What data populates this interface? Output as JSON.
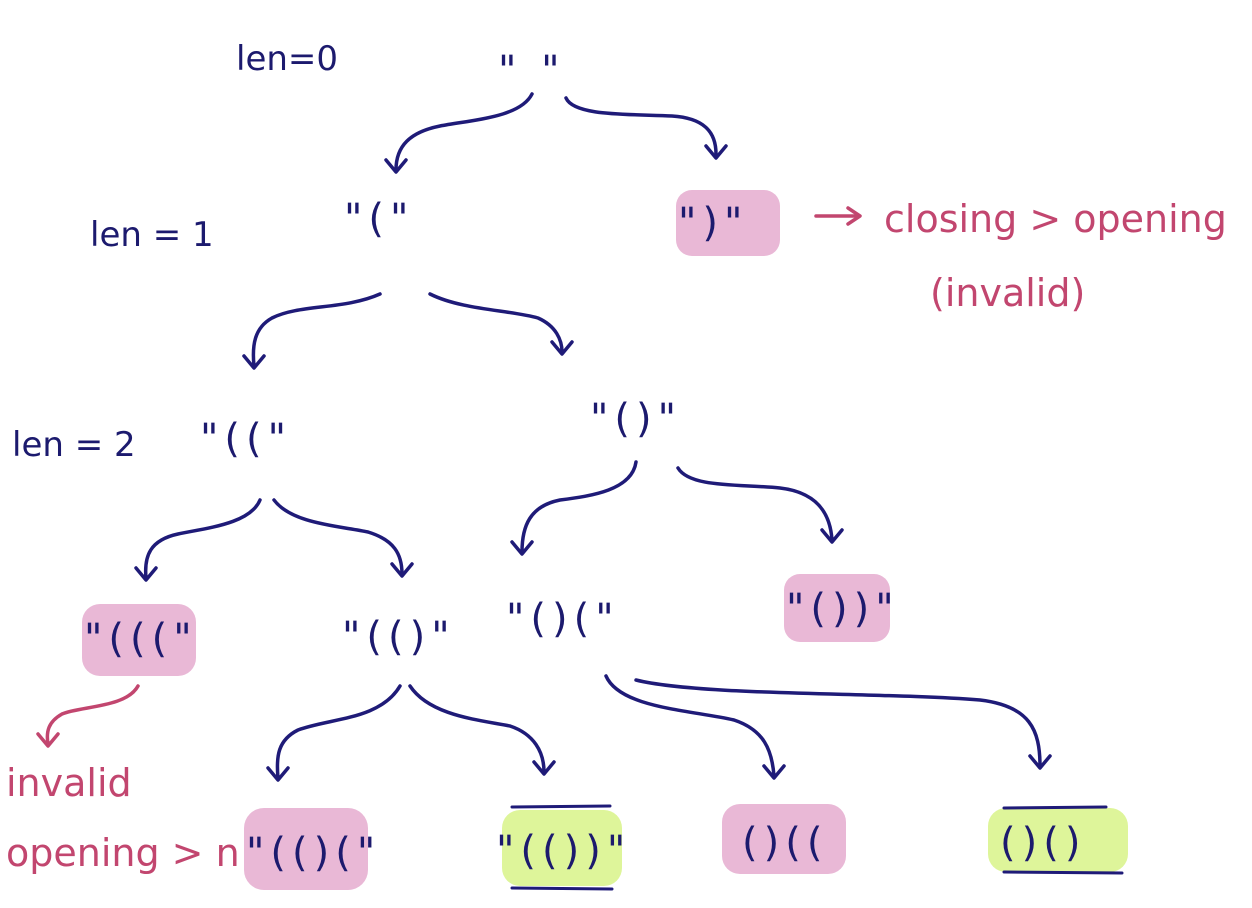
{
  "levels": {
    "len0": "len=0",
    "len1": "len = 1",
    "len2": "len = 2"
  },
  "nodes": {
    "root": "\"  \"",
    "open1": "\"(\"",
    "close1": "\")\"",
    "open2": "\"((\"",
    "pair": "\"()\"",
    "open3": "\"(((\"",
    "nested_open": "\"(()\"",
    "pair_open": "\"()(\"",
    "pair_close": "\"())\"",
    "nested_pair_open": "\"(()(\"",
    "nested_full": "\"(())\"",
    "pair_open_open": "()((",
    "pair_pair": "()()"
  },
  "notes": {
    "closing_rule": "closing > opening",
    "invalid_paren": "(invalid)",
    "invalid_word": "invalid",
    "opening_rule": "opening > n"
  },
  "colors": {
    "ink": "#1f1b78",
    "annotation": "#c2466f",
    "invalid_highlight": "#e9b8d6",
    "valid_highlight": "#def59a"
  }
}
